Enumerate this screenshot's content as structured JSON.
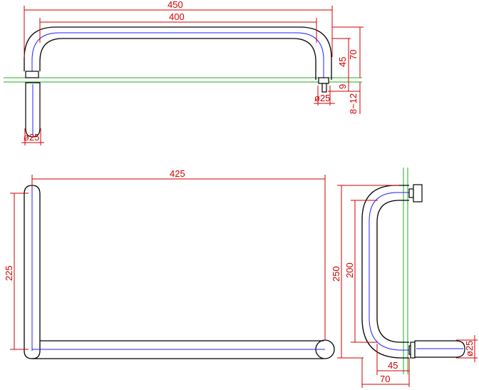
{
  "dimensions": {
    "top_overall": "450",
    "top_inner": "400",
    "top_height_70": "70",
    "top_height_45": "45",
    "top_9": "9",
    "top_8_12": "8~12",
    "top_dia_right": "ø25",
    "top_dia_left": "ø25",
    "bottom_width": "425",
    "bottom_height": "225",
    "side_250": "250",
    "side_200": "200",
    "side_45": "45",
    "side_70": "70",
    "side_dia": "ø25"
  },
  "colors": {
    "dimension": "#d10000",
    "outline": "#000000",
    "centerline": "#2020ff",
    "guide": "#22aa22"
  }
}
